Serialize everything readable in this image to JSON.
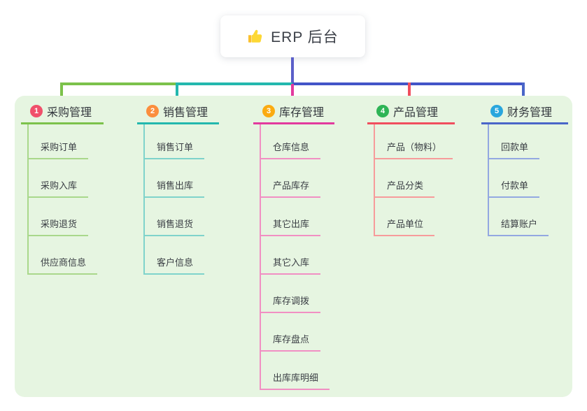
{
  "root": {
    "icon": "thumbs-up-icon",
    "title": "ERP 后台"
  },
  "colors": {
    "canvas_bg": "#ffffff",
    "panel_bg": "#e6f5e1",
    "root_line": "#5b5fc9",
    "right_line": "#4355c8",
    "text_dark": "#33373d"
  },
  "branches": [
    {
      "number": "1",
      "label": "采购管理",
      "main": "#7cc24b",
      "light": "#a9d88b",
      "badge": "#f0506b",
      "children": [
        "采购订单",
        "采购入库",
        "采购退货",
        "供应商信息"
      ]
    },
    {
      "number": "2",
      "label": "销售管理",
      "main": "#23b8ae",
      "light": "#7fd3cb",
      "badge": "#fb8e3d",
      "children": [
        "销售订单",
        "销售出库",
        "销售退货",
        "客户信息"
      ]
    },
    {
      "number": "3",
      "label": "库存管理",
      "main": "#e23a9e",
      "light": "#f18fc3",
      "badge": "#fbab11",
      "children": [
        "仓库信息",
        "产品库存",
        "其它出库",
        "其它入库",
        "库存调拨",
        "库存盘点",
        "出库库明细"
      ]
    },
    {
      "number": "4",
      "label": "产品管理",
      "main": "#f04e5e",
      "light": "#f79b9b",
      "badge": "#2eb456",
      "children": [
        "产品（物料）",
        "产品分类",
        "产品单位"
      ]
    },
    {
      "number": "5",
      "label": "财务管理",
      "main": "#4a66c8",
      "light": "#93a8e1",
      "badge": "#29a6dd",
      "children": [
        "回款单",
        "付款单",
        "结算账户"
      ]
    }
  ]
}
